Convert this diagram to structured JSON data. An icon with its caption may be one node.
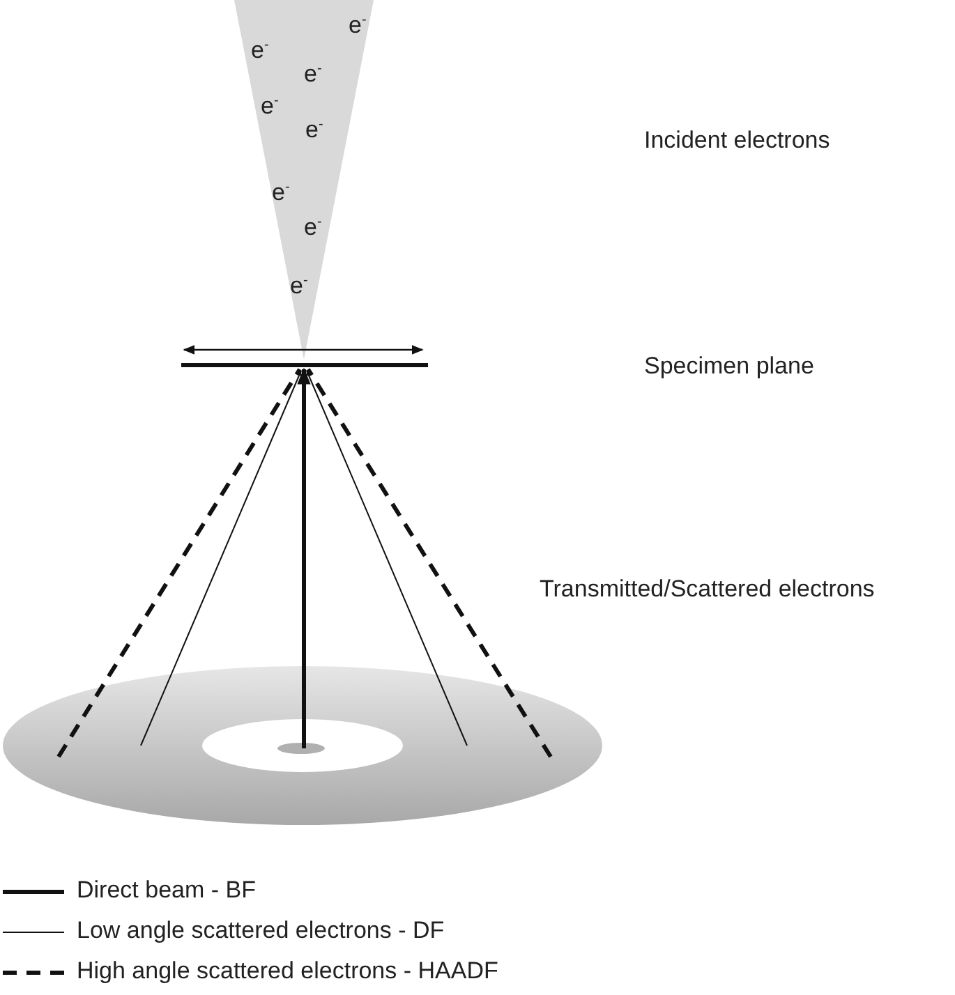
{
  "diagram": {
    "labels": [
      "e$^{-}$",
      "e$^{-}$",
      "e$^{-}$",
      "e$^{-}$",
      "e$^{-}$",
      "Incident electrons",
      "e$^{-}$",
      "e$^{-}$",
      "e$^{-}$",
      "Specimen plane",
      "Transmitted/Scattered electrons"
    ],
    "legend": [
      {
        "text": "Direct beam - BF"
      },
      {
        "text": "Low angle scattered electrons - DF"
      },
      {
        "text": "High angle scattered electrons - HAADF"
      }
    ]
  }
}
